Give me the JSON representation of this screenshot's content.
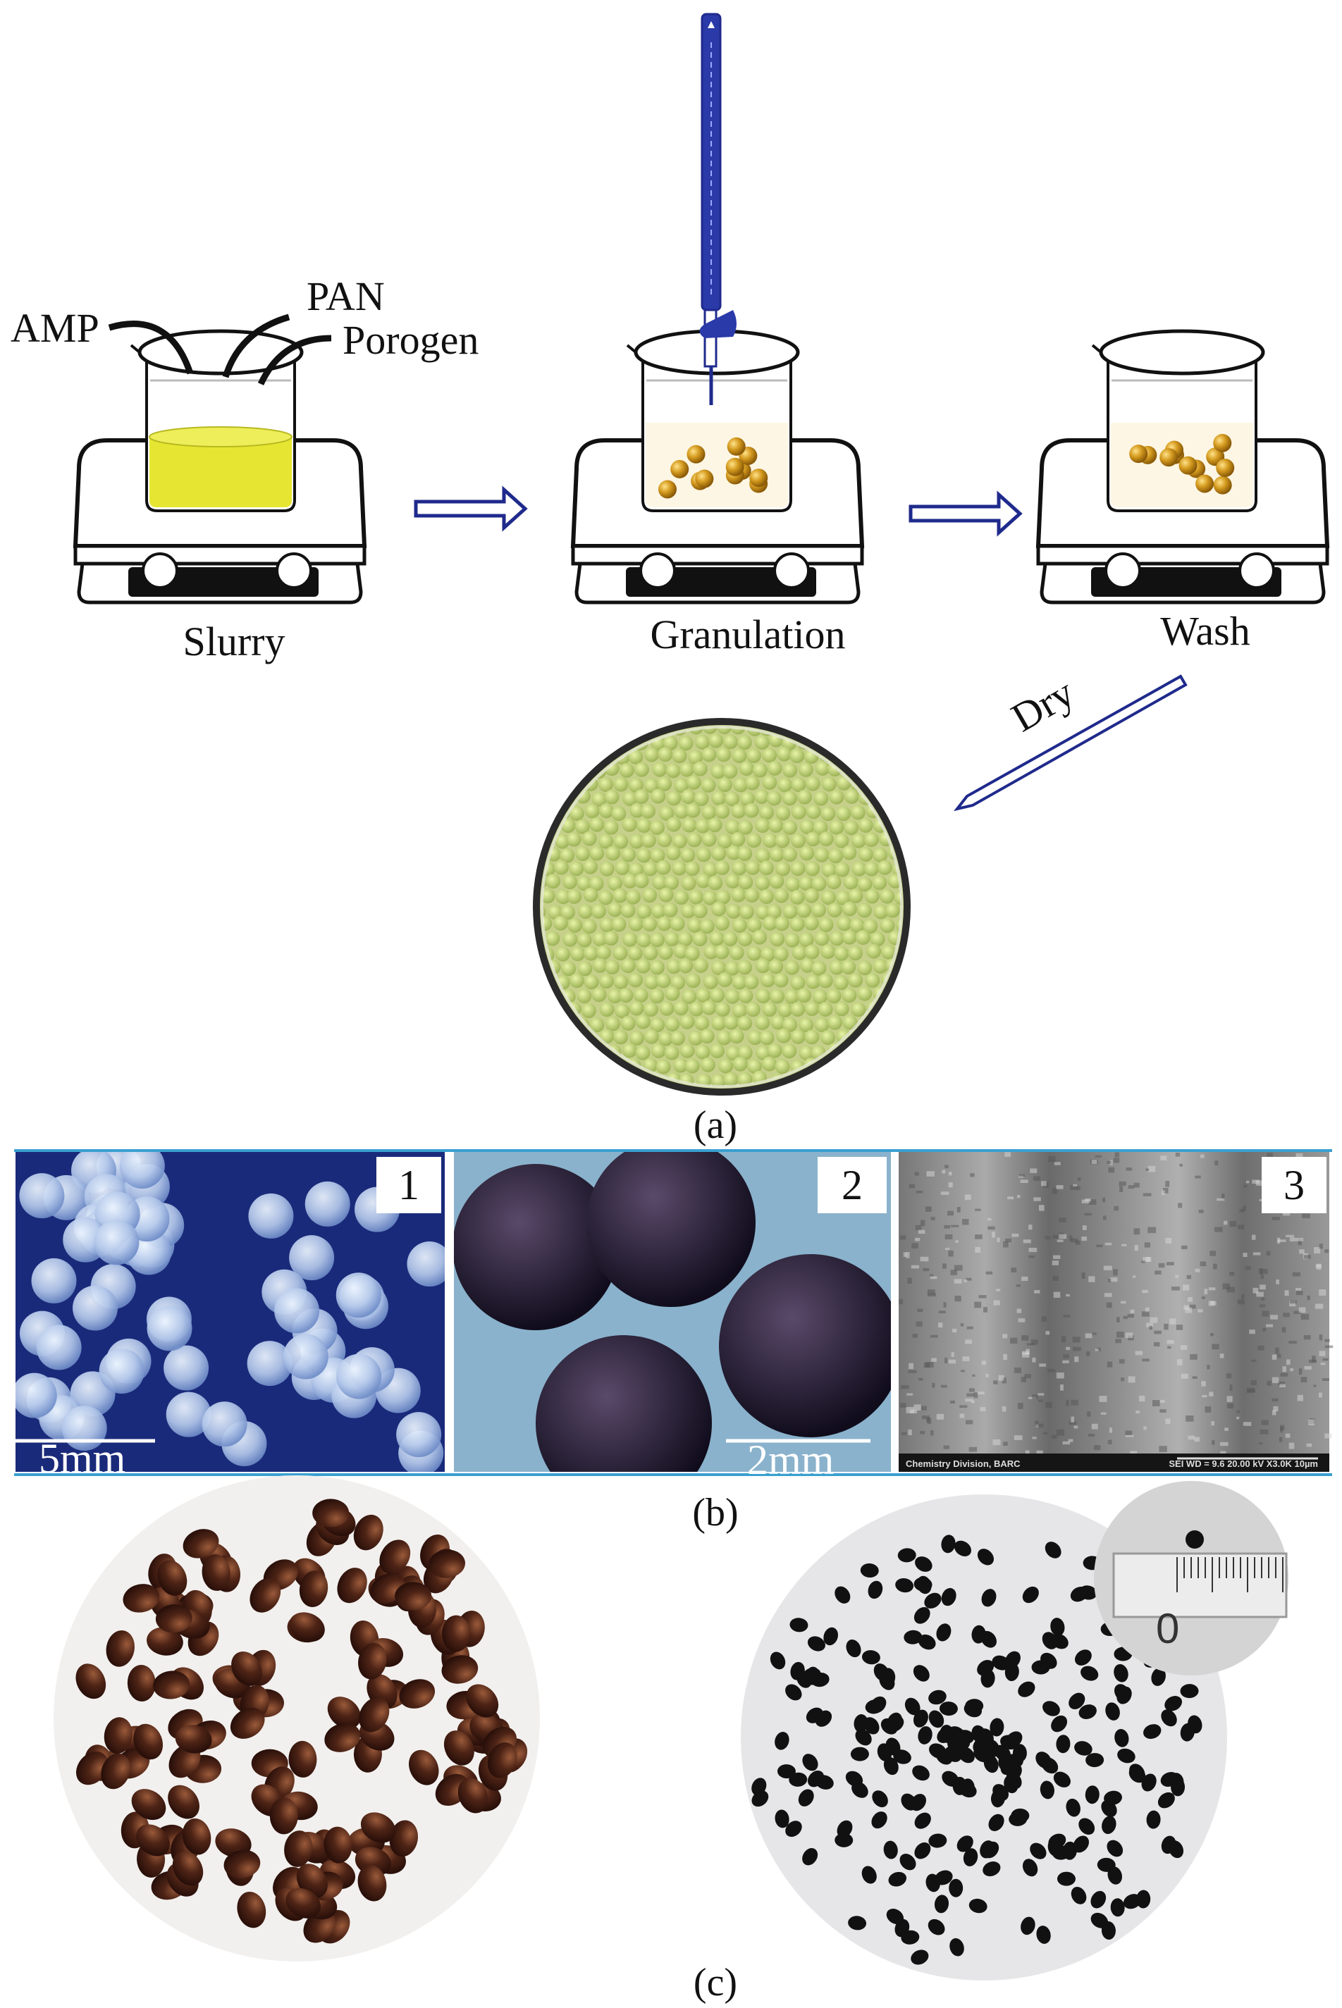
{
  "panel_a": {
    "inputs": [
      "AMP",
      "PAN",
      "Porogen"
    ],
    "steps": [
      "Slurry",
      "Granulation",
      "Wash"
    ],
    "dry_label": "Dry",
    "caption": "(a)"
  },
  "panel_b": {
    "images": [
      {
        "number": "1",
        "scale": "5mm"
      },
      {
        "number": "2",
        "scale": "2mm"
      },
      {
        "number": "3",
        "sem_footer": "Chemistry Division, BARC",
        "sem_params": "SEI   WD = 9.6   20.00 kV   X3.0K   10µm"
      }
    ],
    "caption": "(b)"
  },
  "panel_c": {
    "ruler_label": "0",
    "caption": "(c)"
  },
  "colors": {
    "arrow": "#1f2a8c",
    "slurry": "#e6e632",
    "bead": "#c8901a",
    "rule": "#3aa0d0",
    "brown_bead": "#4a2416"
  }
}
